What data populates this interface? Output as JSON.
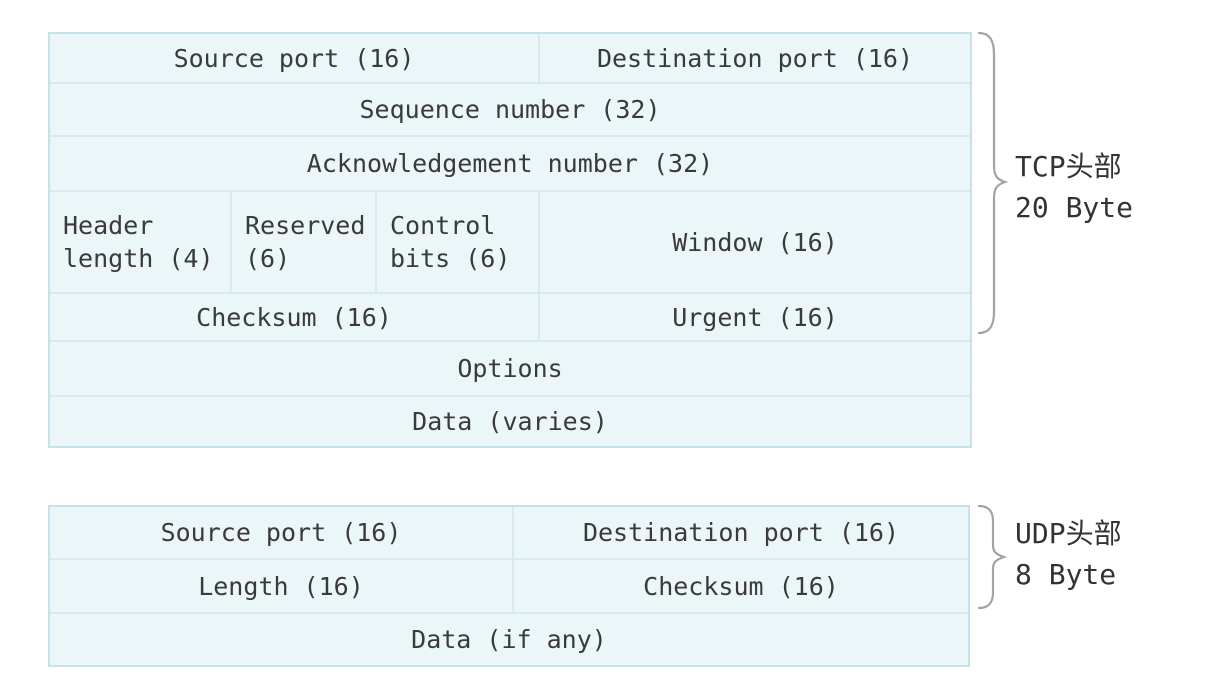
{
  "colors": {
    "cell_background": "#ebf6f8",
    "grid_line": "#d7ebee",
    "outer_border": "#c3e2ea",
    "text": "#3a3a3a",
    "brace": "#a0a4a8"
  },
  "tcp": {
    "cells": [
      {
        "label": "Source port (16)"
      },
      {
        "label": "Destination port (16)"
      },
      {
        "label": "Sequence number (32)"
      },
      {
        "label": "Acknowledgement number (32)"
      },
      {
        "label": "Header length (4)"
      },
      {
        "label": "Reserved (6)"
      },
      {
        "label": "Control bits (6)"
      },
      {
        "label": "Window (16)"
      },
      {
        "label": "Checksum (16)"
      },
      {
        "label": "Urgent (16)"
      },
      {
        "label": "Options"
      },
      {
        "label": "Data (varies)"
      }
    ],
    "brace_label_line1": "TCP头部",
    "brace_label_line2": "20 Byte"
  },
  "udp": {
    "cells": [
      {
        "label": "Source port (16)"
      },
      {
        "label": "Destination port (16)"
      },
      {
        "label": "Length (16)"
      },
      {
        "label": "Checksum (16)"
      },
      {
        "label": "Data (if any)"
      }
    ],
    "brace_label_line1": "UDP头部",
    "brace_label_line2": "8 Byte"
  }
}
